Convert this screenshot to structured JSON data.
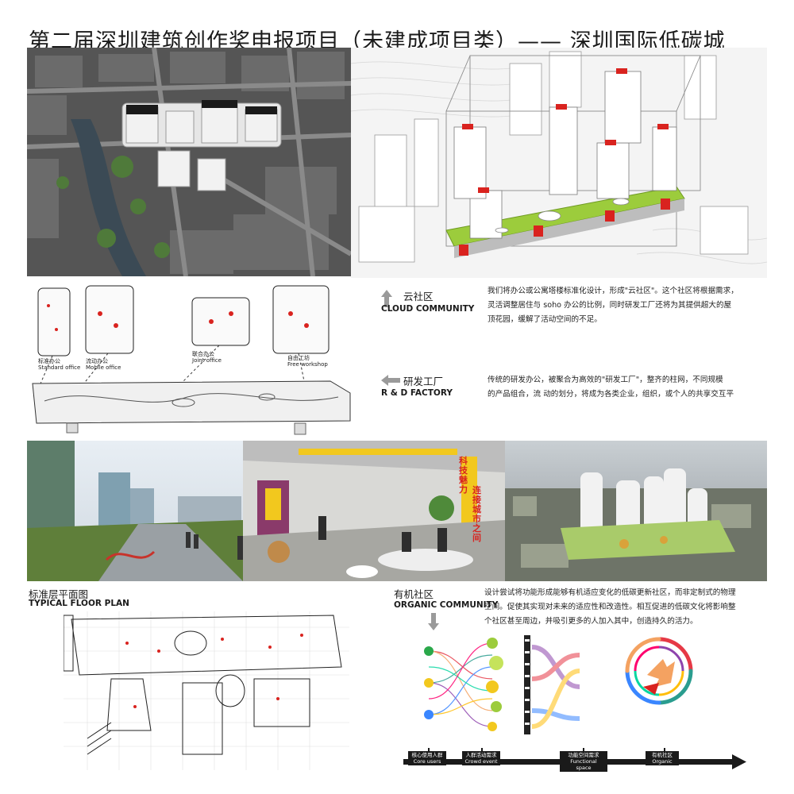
{
  "title": "第二届深圳建筑创作奖申报项目（未建成项目类）—— 深圳国际低碳城",
  "cloud": {
    "cn": "云社区",
    "en": "CLOUD COMMUNITY",
    "desc": [
      "我们将办公或公寓塔楼标准化设计，形成\"云社区\"。这个社区将根据需求，",
      "灵活调整居住与 soho 办公的比例，同时研发工厂还将为其提供超大的屋",
      "顶花园，缓解了活动空间的不足。"
    ]
  },
  "factory": {
    "cn": "研发工厂",
    "en": "R & D FACTORY",
    "desc": [
      "传统的研发办公，被聚合为高效的\"研发工厂\"，整齐的柱网，不同规模",
      "的产品组合，流 动的划分，将成为各类企业，组织，或个人的共享交互平"
    ]
  },
  "office_types": [
    {
      "cn": "标准办公",
      "en": "Standard office"
    },
    {
      "cn": "流动办公",
      "en": "Mobile office"
    },
    {
      "cn": "联合办公",
      "en": "Joint office"
    },
    {
      "cn": "自由工坊",
      "en": "Free workshop"
    }
  ],
  "render_banner": {
    "line1": "科技魅力",
    "line2": "连接城市之间"
  },
  "floor_plan": {
    "cn": "标准层平面图",
    "en": "TYPICAL FLOOR PLAN"
  },
  "organic": {
    "cn": "有机社区",
    "en": "ORGANIC COMMUNITY",
    "desc": [
      "设计尝试将功能形成能够有机适应变化的低碳更新社区，而非定制式的物理",
      "空间。促使其实现对未来的适应性和改造性。相互促进的低碳文化将影响整",
      "个社区甚至周边，并吸引更多的人加入其中，创造持久的活力。"
    ]
  },
  "timeline": [
    {
      "cn": "核心使用人群",
      "en": "Core users"
    },
    {
      "cn": "人群活动需求",
      "en": "Crowd event"
    },
    {
      "cn": "功能空间需求",
      "en": "Functional space"
    },
    {
      "cn": "有机社区",
      "en": "Organic"
    }
  ],
  "colors": {
    "accent_red": "#d9231f",
    "roof_green": "#9ccc3c",
    "banner_yellow": "#f2c81e"
  }
}
